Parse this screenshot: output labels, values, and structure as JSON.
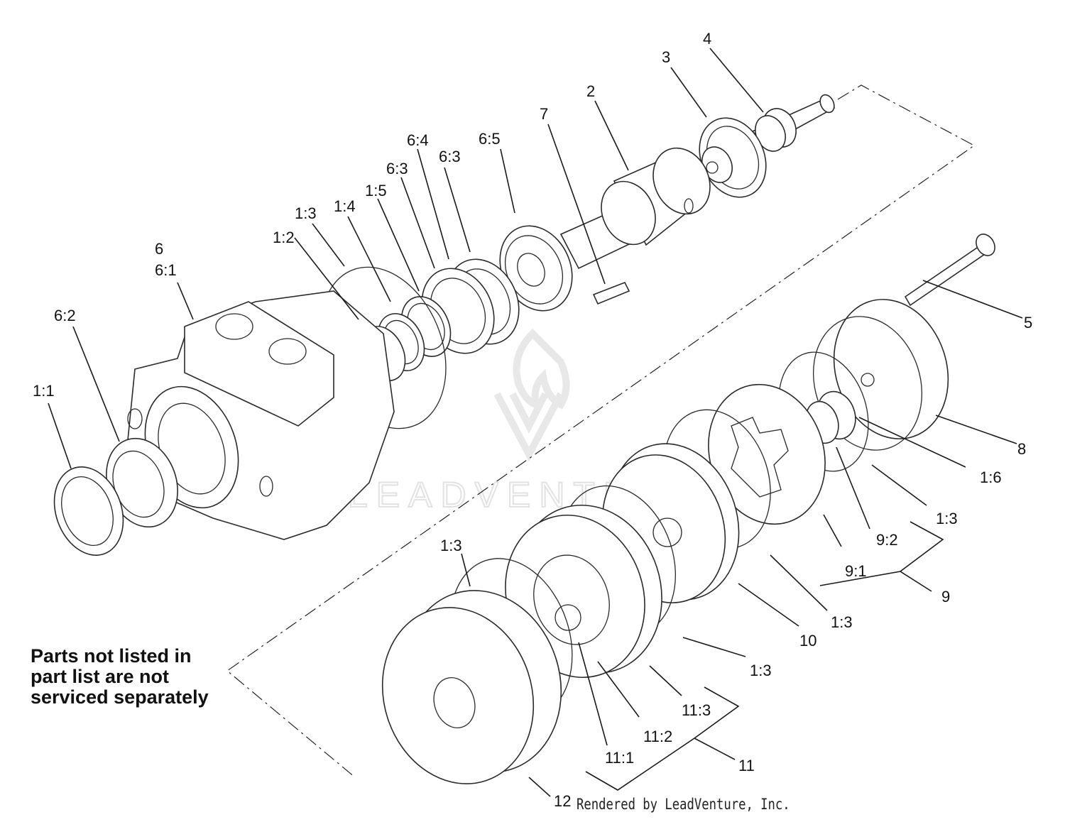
{
  "callouts": {
    "c4": "4",
    "c3": "3",
    "c2": "2",
    "c7": "7",
    "c6_5": "6:5",
    "c6_4": "6:4",
    "c6_3a": "6:3",
    "c6_3b": "6:3",
    "c1_5": "1:5",
    "c1_4": "1:4",
    "c1_3a": "1:3",
    "c1_2": "1:2",
    "c6": "6",
    "c6_1": "6:1",
    "c6_2": "6:2",
    "c1_1": "1:1",
    "c5": "5",
    "c8": "8",
    "c1_6": "1:6",
    "c1_3b": "1:3",
    "c9_2": "9:2",
    "c9_1": "9:1",
    "c9": "9",
    "c1_3c": "1:3",
    "c10": "10",
    "c1_3d": "1:3",
    "c1_3e": "1:3",
    "c11_3": "11:3",
    "c11_2": "11:2",
    "c11_1": "11:1",
    "c11": "11",
    "c12": "12"
  },
  "note": {
    "line1": "Parts not listed in",
    "line2": "part list are not",
    "line3": "serviced separately"
  },
  "credit": "Rendered by LeadVenture, Inc.",
  "watermark": {
    "text": "LEADVENTURE"
  }
}
